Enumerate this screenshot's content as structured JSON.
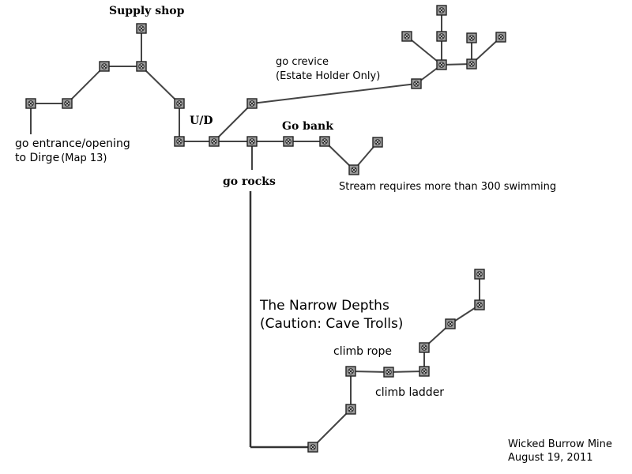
{
  "labels": {
    "supply_shop": "Supply shop",
    "go_entrance_line1": "go entrance/opening",
    "go_entrance_line2": "to Dirge",
    "go_entrance_map": "(Map 13)",
    "up_down": "U/D",
    "go_crevice": "go crevice",
    "estate_holder": "(Estate Holder Only)",
    "go_bank": "Go bank",
    "go_rocks": "go rocks",
    "stream_note": "Stream requires more than 300 swimming",
    "narrow_depths_line1": "The Narrow Depths",
    "narrow_depths_line2": "(Caution: Cave Trolls)",
    "climb_rope": "climb rope",
    "climb_ladder": "climb ladder",
    "map_name": "Wicked Burrow Mine",
    "map_date": "August 19, 2011"
  },
  "room_icon": "boxed-x-room-icon",
  "colors": {
    "background": "#ffffff",
    "line": "#444444",
    "room_fill": "#9a9a9a",
    "text": "#000000"
  }
}
